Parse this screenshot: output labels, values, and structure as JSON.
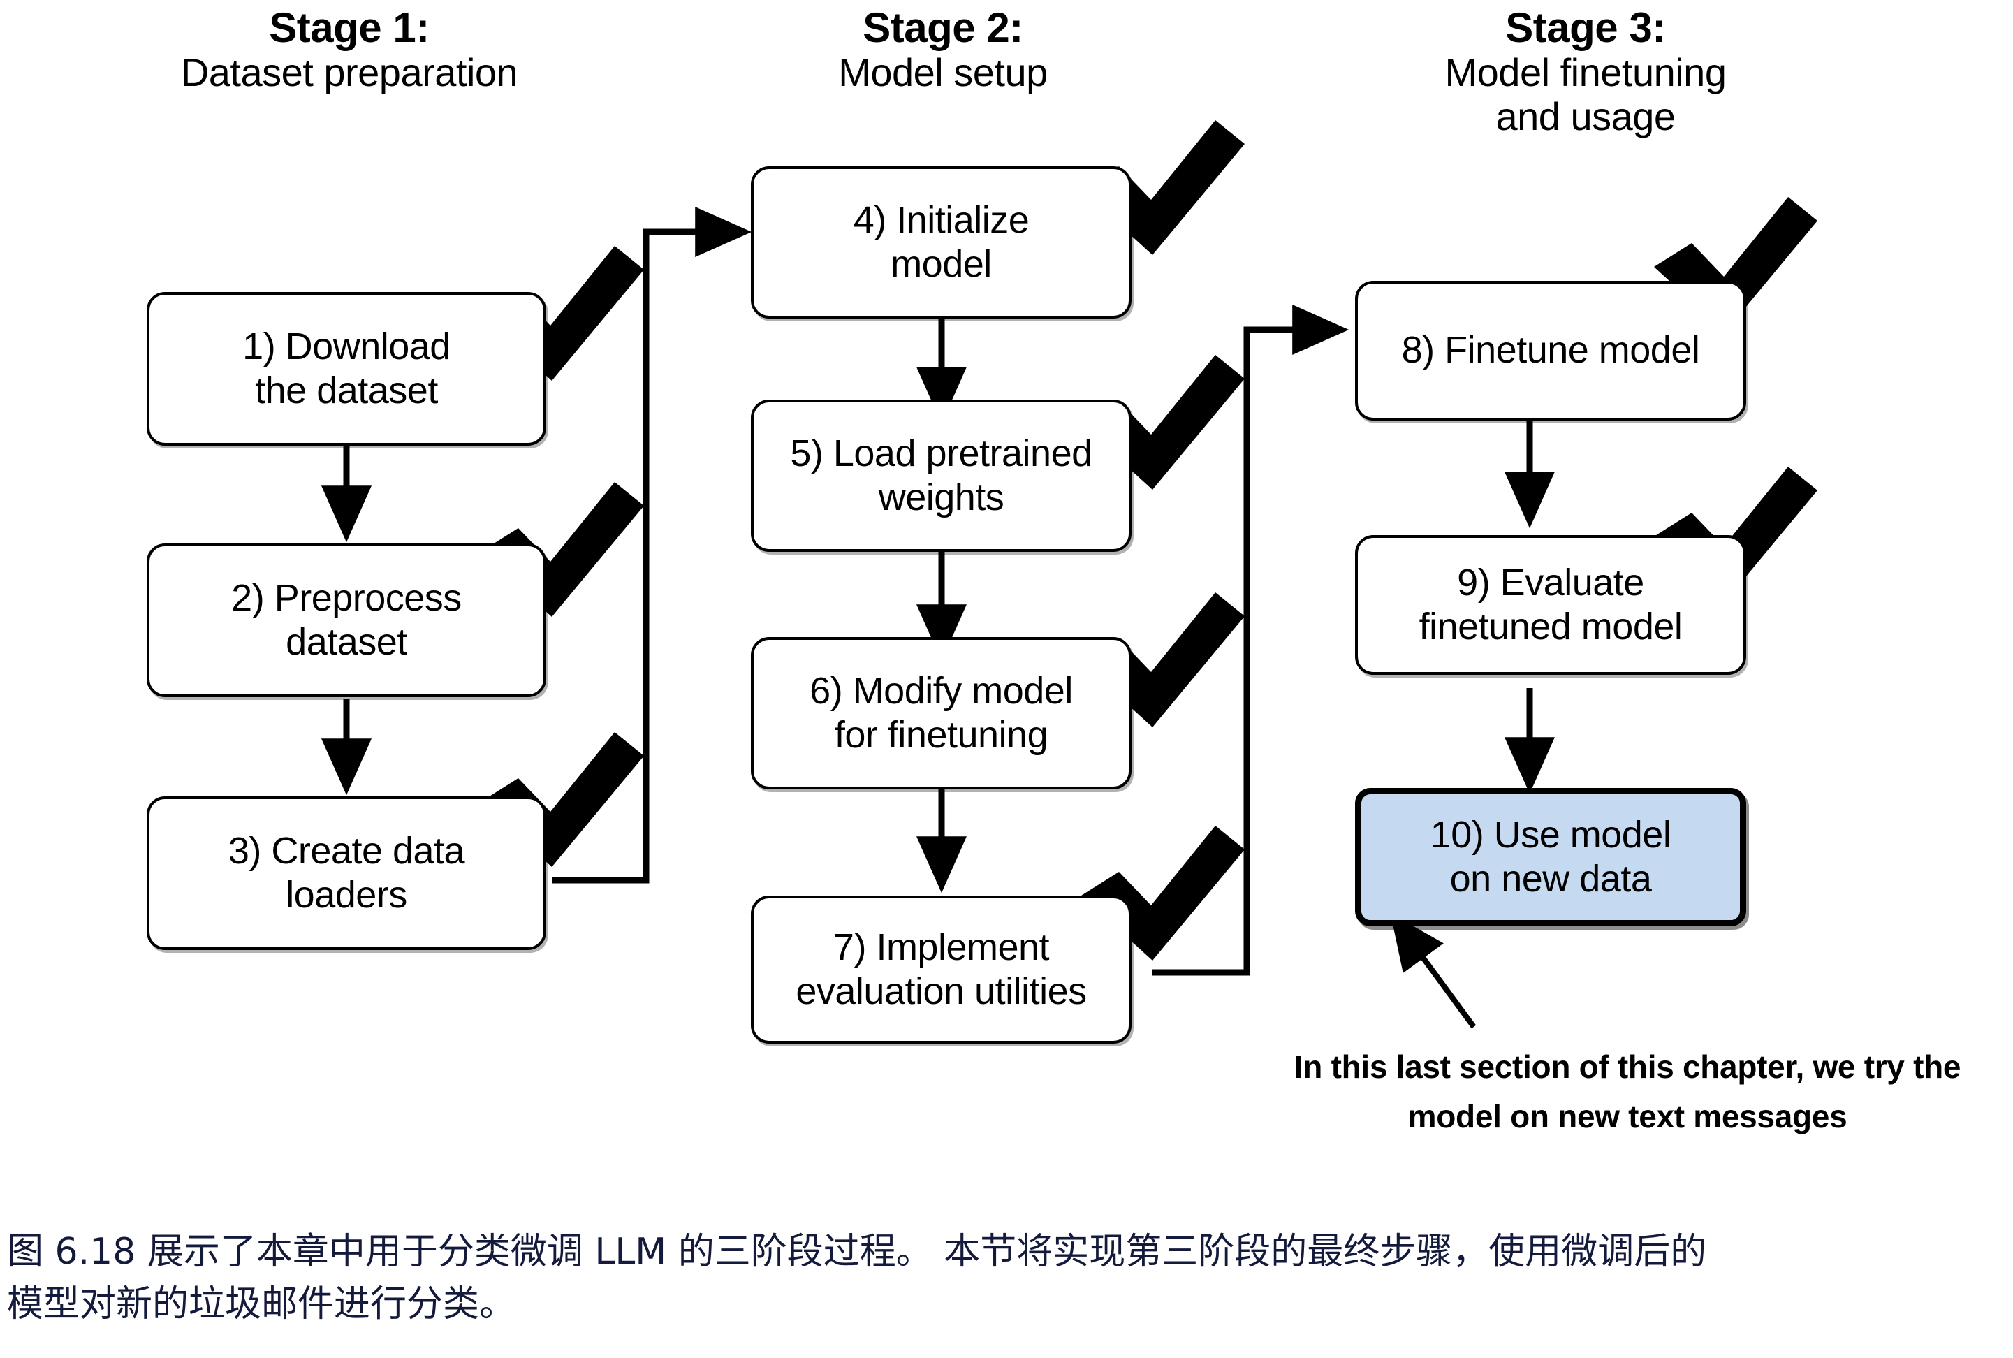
{
  "figure": {
    "stages": [
      {
        "id": "stage-1",
        "title": "Stage 1:",
        "subtitle": "Dataset preparation"
      },
      {
        "id": "stage-2",
        "title": "Stage 2:",
        "subtitle": "Model setup"
      },
      {
        "id": "stage-3",
        "title": "Stage 3:",
        "subtitle_line1": "Model finetuning",
        "subtitle_line2": "and usage"
      }
    ],
    "nodes": [
      {
        "id": "node-1",
        "line1": "1) Download",
        "line2": "the dataset",
        "checked": true,
        "highlighted": false
      },
      {
        "id": "node-2",
        "line1": "2) Preprocess",
        "line2": "dataset",
        "checked": true,
        "highlighted": false
      },
      {
        "id": "node-3",
        "line1": "3) Create data",
        "line2": "loaders",
        "checked": true,
        "highlighted": false
      },
      {
        "id": "node-4",
        "line1": "4) Initialize",
        "line2": "model",
        "checked": true,
        "highlighted": false
      },
      {
        "id": "node-5",
        "line1": "5) Load pretrained",
        "line2": "weights",
        "checked": true,
        "highlighted": false
      },
      {
        "id": "node-6",
        "line1": "6) Modify model",
        "line2": "for finetuning",
        "checked": true,
        "highlighted": false
      },
      {
        "id": "node-7",
        "line1": "7) Implement",
        "line2": "evaluation utilities",
        "checked": true,
        "highlighted": false
      },
      {
        "id": "node-8",
        "line1": "8) Finetune model",
        "line2": "",
        "checked": true,
        "highlighted": false
      },
      {
        "id": "node-9",
        "line1": "9) Evaluate",
        "line2": "finetuned model",
        "checked": true,
        "highlighted": false
      },
      {
        "id": "node-10",
        "line1": "10) Use model",
        "line2": "on new data",
        "checked": false,
        "highlighted": true
      }
    ],
    "annotation": {
      "line1": "In this last section of this chapter, we try the",
      "line2": "model on new text messages"
    },
    "caption": {
      "line1": "图 6.18 展示了本章中用于分类微调 LLM 的三阶段过程。 本节将实现第三阶段的最终步骤，使用微调后的",
      "line2": "模型对新的垃圾邮件进行分类。"
    },
    "colors": {
      "highlight_fill": "#c5daf0",
      "stroke": "#000000",
      "caption_text": "#141a3c",
      "background": "#ffffff"
    }
  }
}
